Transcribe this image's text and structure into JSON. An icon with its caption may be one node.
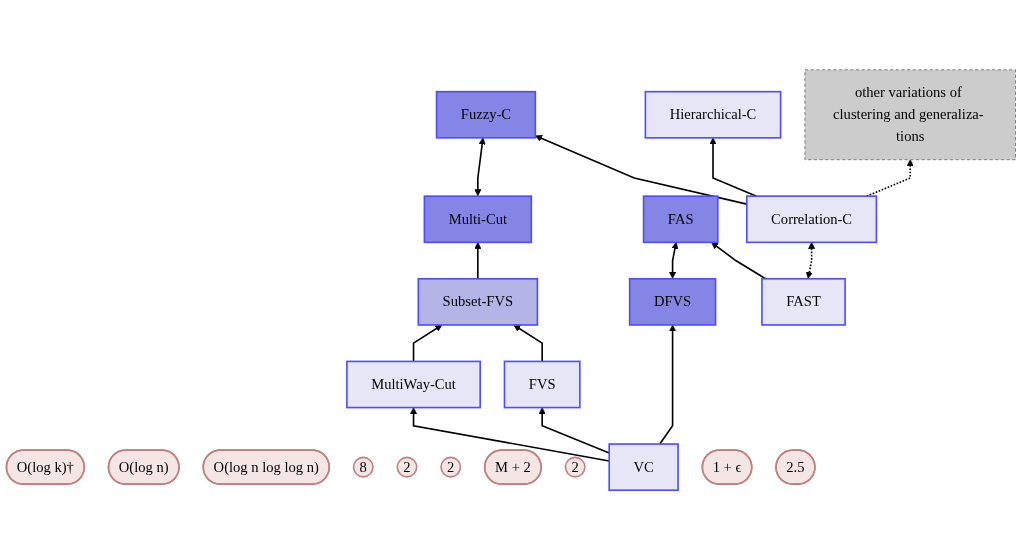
{
  "diagram": {
    "nodes": [
      {
        "text": [
          "O(log k)†"
        ]
      },
      {
        "text": [
          "O(log n)"
        ]
      },
      {
        "text": [
          "Multi-Cut"
        ]
      },
      {
        "text": [
          "Fuzzy-C"
        ]
      },
      {
        "text": [
          "O(log n log log n)"
        ]
      },
      {
        "text": [
          "8"
        ]
      },
      {
        "text": [
          "DFVS"
        ]
      },
      {
        "text": [
          "FAS"
        ]
      },
      {
        "text": [
          "other variations of clustering and generaliza- tions"
        ]
      },
      {
        "text": [
          "Subset-FVS"
        ]
      },
      {
        "text": [
          "2"
        ]
      },
      {
        "text": [
          "2"
        ]
      },
      {
        "text": [
          "M + 2"
        ]
      },
      {
        "text": [
          "MultiWay-Cut"
        ]
      },
      {
        "text": [
          "FVS"
        ]
      },
      {
        "text": [
          "Hierarchical-C"
        ]
      },
      {
        "text": [
          "2"
        ]
      },
      {
        "text": [
          "VC"
        ]
      },
      {
        "text": [
          "1 + ϵ"
        ]
      },
      {
        "text": [
          "FAST"
        ]
      },
      {
        "text": [
          "Correlation-C"
        ]
      },
      {
        "text": [
          "2.5"
        ]
      }
    ],
    "edges": [
      {
        "from": 9,
        "to": 2,
        "arrow": "to"
      },
      {
        "from": 2,
        "to": 3,
        "arrow": "both"
      },
      {
        "from": 6,
        "to": 7,
        "arrow": "both"
      },
      {
        "from": 13,
        "to": 9,
        "arrow": "to"
      },
      {
        "from": 14,
        "to": 9,
        "arrow": "to"
      },
      {
        "from": 17,
        "to": 13,
        "arrow": "to"
      },
      {
        "from": 17,
        "to": 14,
        "arrow": "to"
      },
      {
        "from": 17,
        "to": 6,
        "arrow": "to"
      },
      {
        "from": 19,
        "to": 7,
        "arrow": "to"
      },
      {
        "from": 19,
        "to": 20,
        "arrow": "both",
        "style": "dashed"
      },
      {
        "from": 20,
        "to": 15,
        "arrow": "to"
      },
      {
        "from": 20,
        "to": 3,
        "arrow": "to"
      },
      {
        "from": 20,
        "to": 8,
        "arrow": "to",
        "style": "dashed"
      }
    ]
  }
}
